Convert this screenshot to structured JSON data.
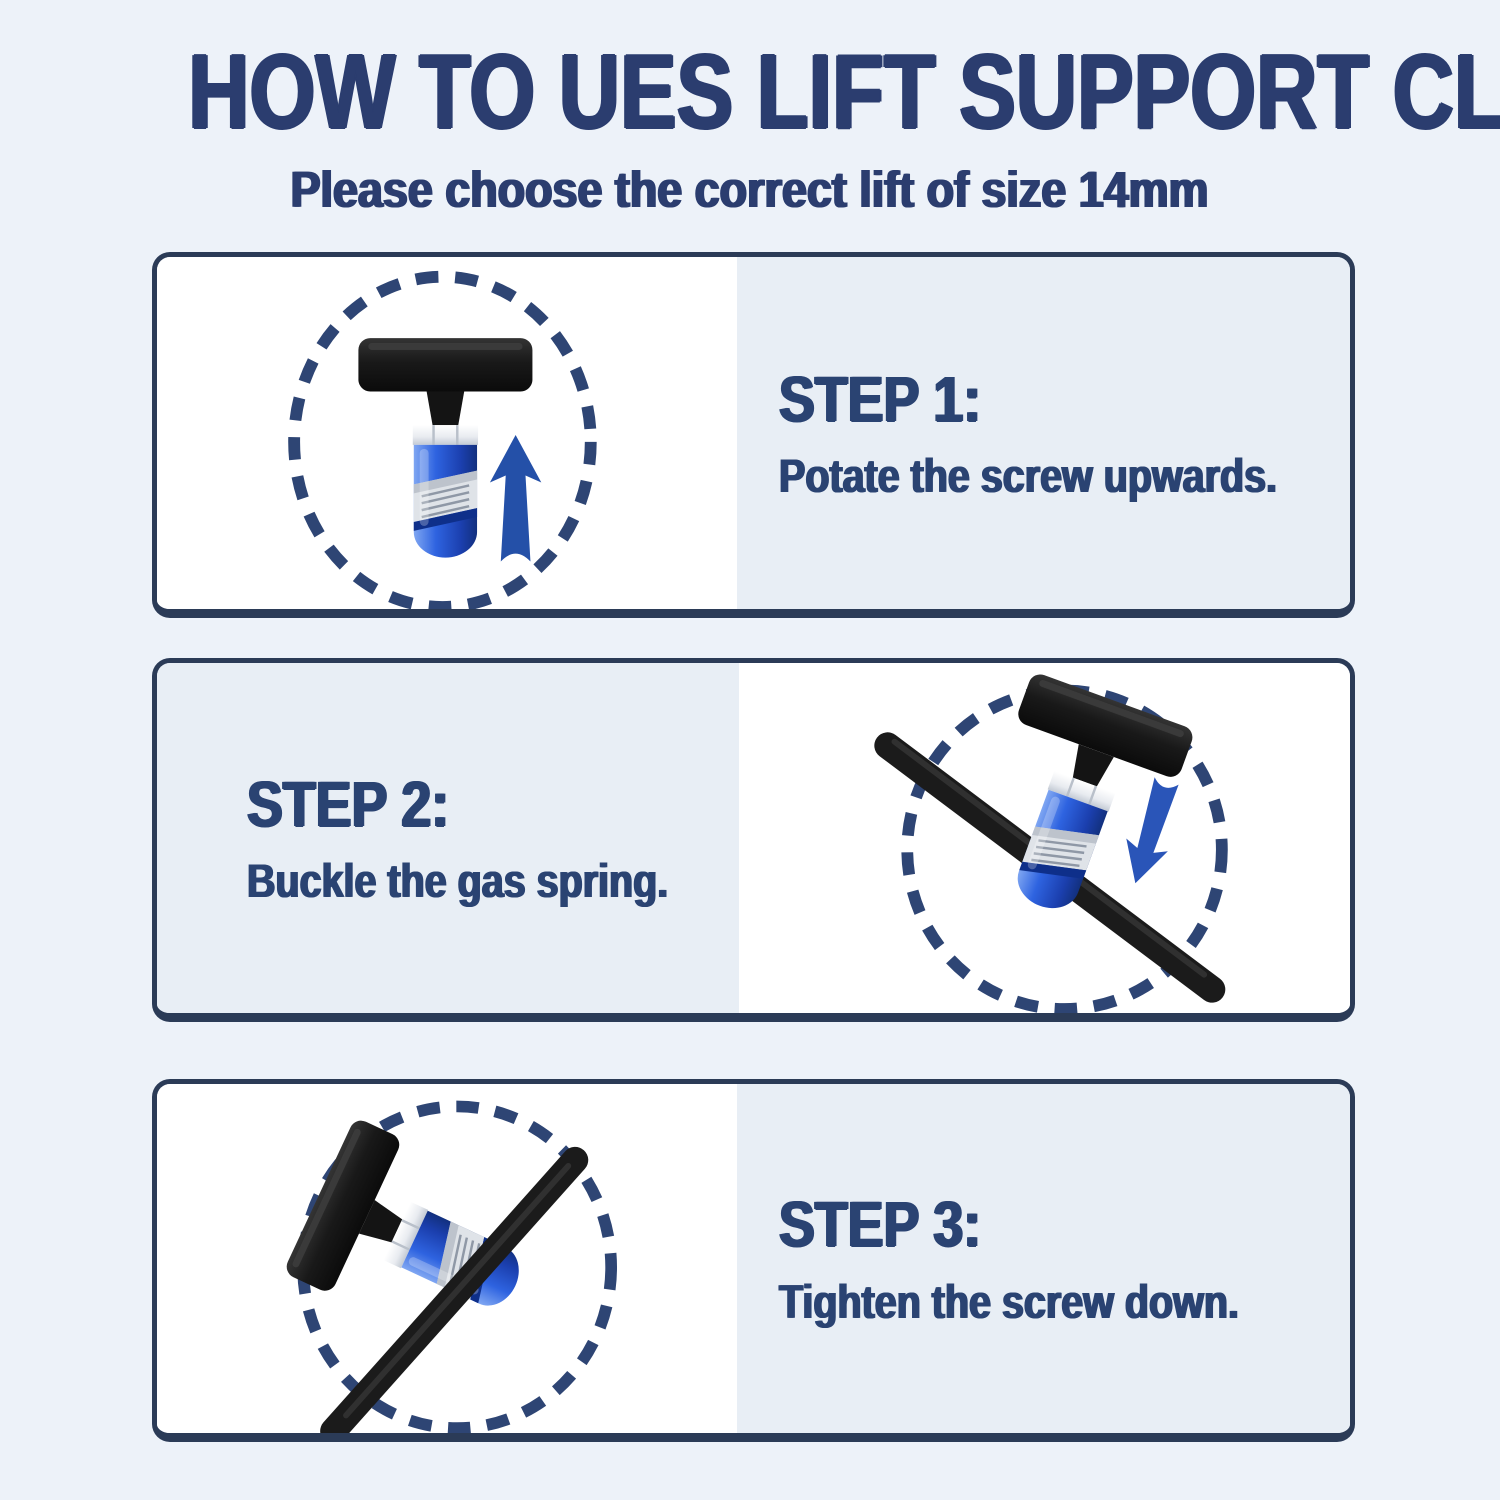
{
  "header": {
    "title": "HOW TO UES LIFT SUPPORT CLAMP",
    "subtitle": "Please choose the correct lift of size 14mm"
  },
  "steps": [
    {
      "label": "STEP 1:",
      "description": "Potate the screw upwards.",
      "media_side": "left",
      "illustration": "lift-support-clamp-upright-with-up-arrow"
    },
    {
      "label": "STEP 2:",
      "description": "Buckle the gas spring.",
      "media_side": "right",
      "illustration": "clamp-buckled-on-gas-spring-with-down-arrow"
    },
    {
      "label": "STEP 3:",
      "description": "Tighten the screw down.",
      "media_side": "left",
      "illustration": "clamp-tightened-on-gas-spring"
    }
  ],
  "colors": {
    "page_background": "#edf2f9",
    "panel_border": "#2b3b57",
    "panel_tint": "#e8eef5",
    "heading_navy": "#2b3d6f",
    "step_text_navy": "#2a4372",
    "dashed_circle": "#2e4574",
    "arrow_blue": "#2450a8",
    "clamp_blue": "#2563e0",
    "rod_black": "#1b1b1b"
  }
}
